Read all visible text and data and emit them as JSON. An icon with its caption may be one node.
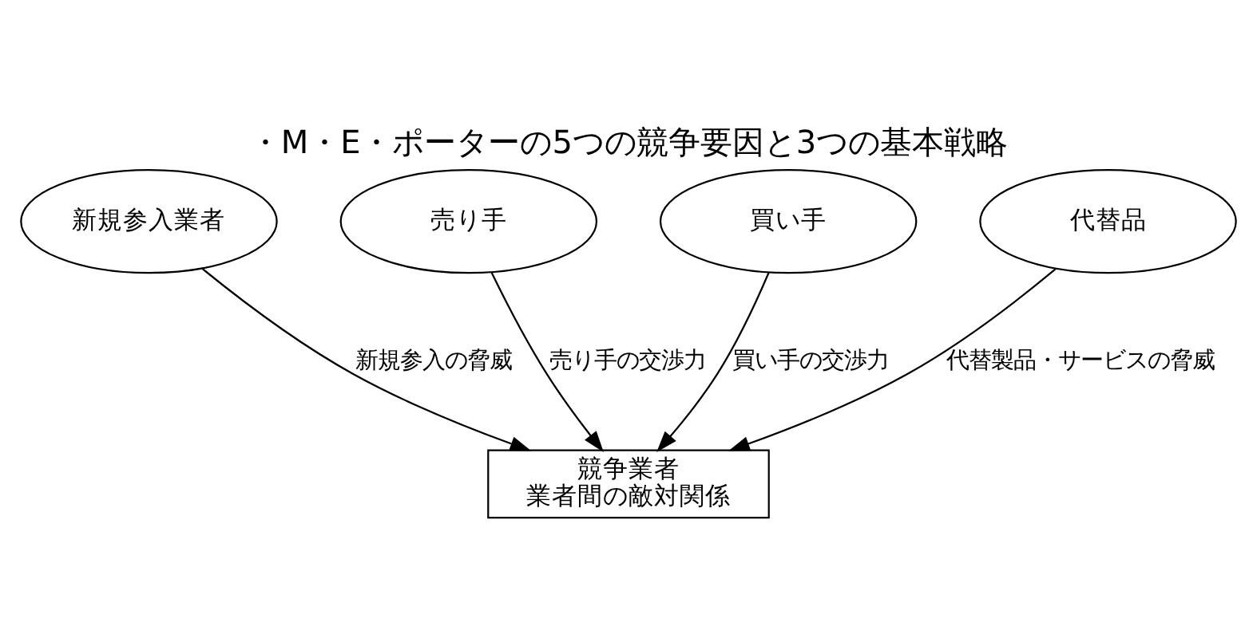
{
  "diagram": {
    "title": "・M・E・ポーターの5つの競争要因と3つの基本戦略",
    "nodes": [
      {
        "text": [
          "新規参入業者"
        ]
      },
      {
        "text": [
          "売り手"
        ]
      },
      {
        "text": [
          "競争業者",
          "業者間の敵対関係"
        ]
      },
      {
        "text": [
          "買い手"
        ]
      },
      {
        "text": [
          "代替品"
        ]
      }
    ],
    "edges": [
      {
        "from": 0,
        "to": 2,
        "arrow": "to",
        "label": "新規参入の脅威"
      },
      {
        "from": 1,
        "to": 2,
        "arrow": "to",
        "label": "売り手の交渉力"
      },
      {
        "from": 3,
        "to": 2,
        "arrow": "to",
        "label": "買い手の交渉力"
      },
      {
        "from": 4,
        "to": 2,
        "arrow": "to",
        "label": "代替製品・サービスの脅威"
      }
    ]
  }
}
